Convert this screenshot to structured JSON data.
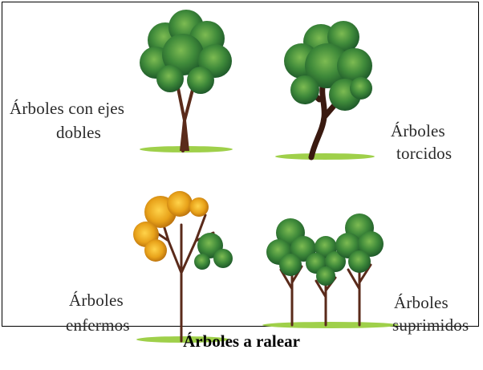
{
  "panels": {
    "double_axes": {
      "line1": "Árboles con ejes",
      "line2": "dobles"
    },
    "twisted": {
      "line1": "Árboles",
      "line2": "torcidos"
    },
    "diseased": {
      "line1": "Árboles",
      "line2": "enfermos"
    },
    "suppressed": {
      "line1": "Árboles",
      "line2": "suprimidos"
    }
  },
  "caption": "Árboles a ralear",
  "colors": {
    "foliage_dark": "#1f5a2a",
    "foliage_mid": "#3f8a3a",
    "foliage_light": "#7dbb52",
    "foliage_autumn": "#e8a21a",
    "trunk": "#5a2a1a",
    "grass": "#9fd04a"
  }
}
